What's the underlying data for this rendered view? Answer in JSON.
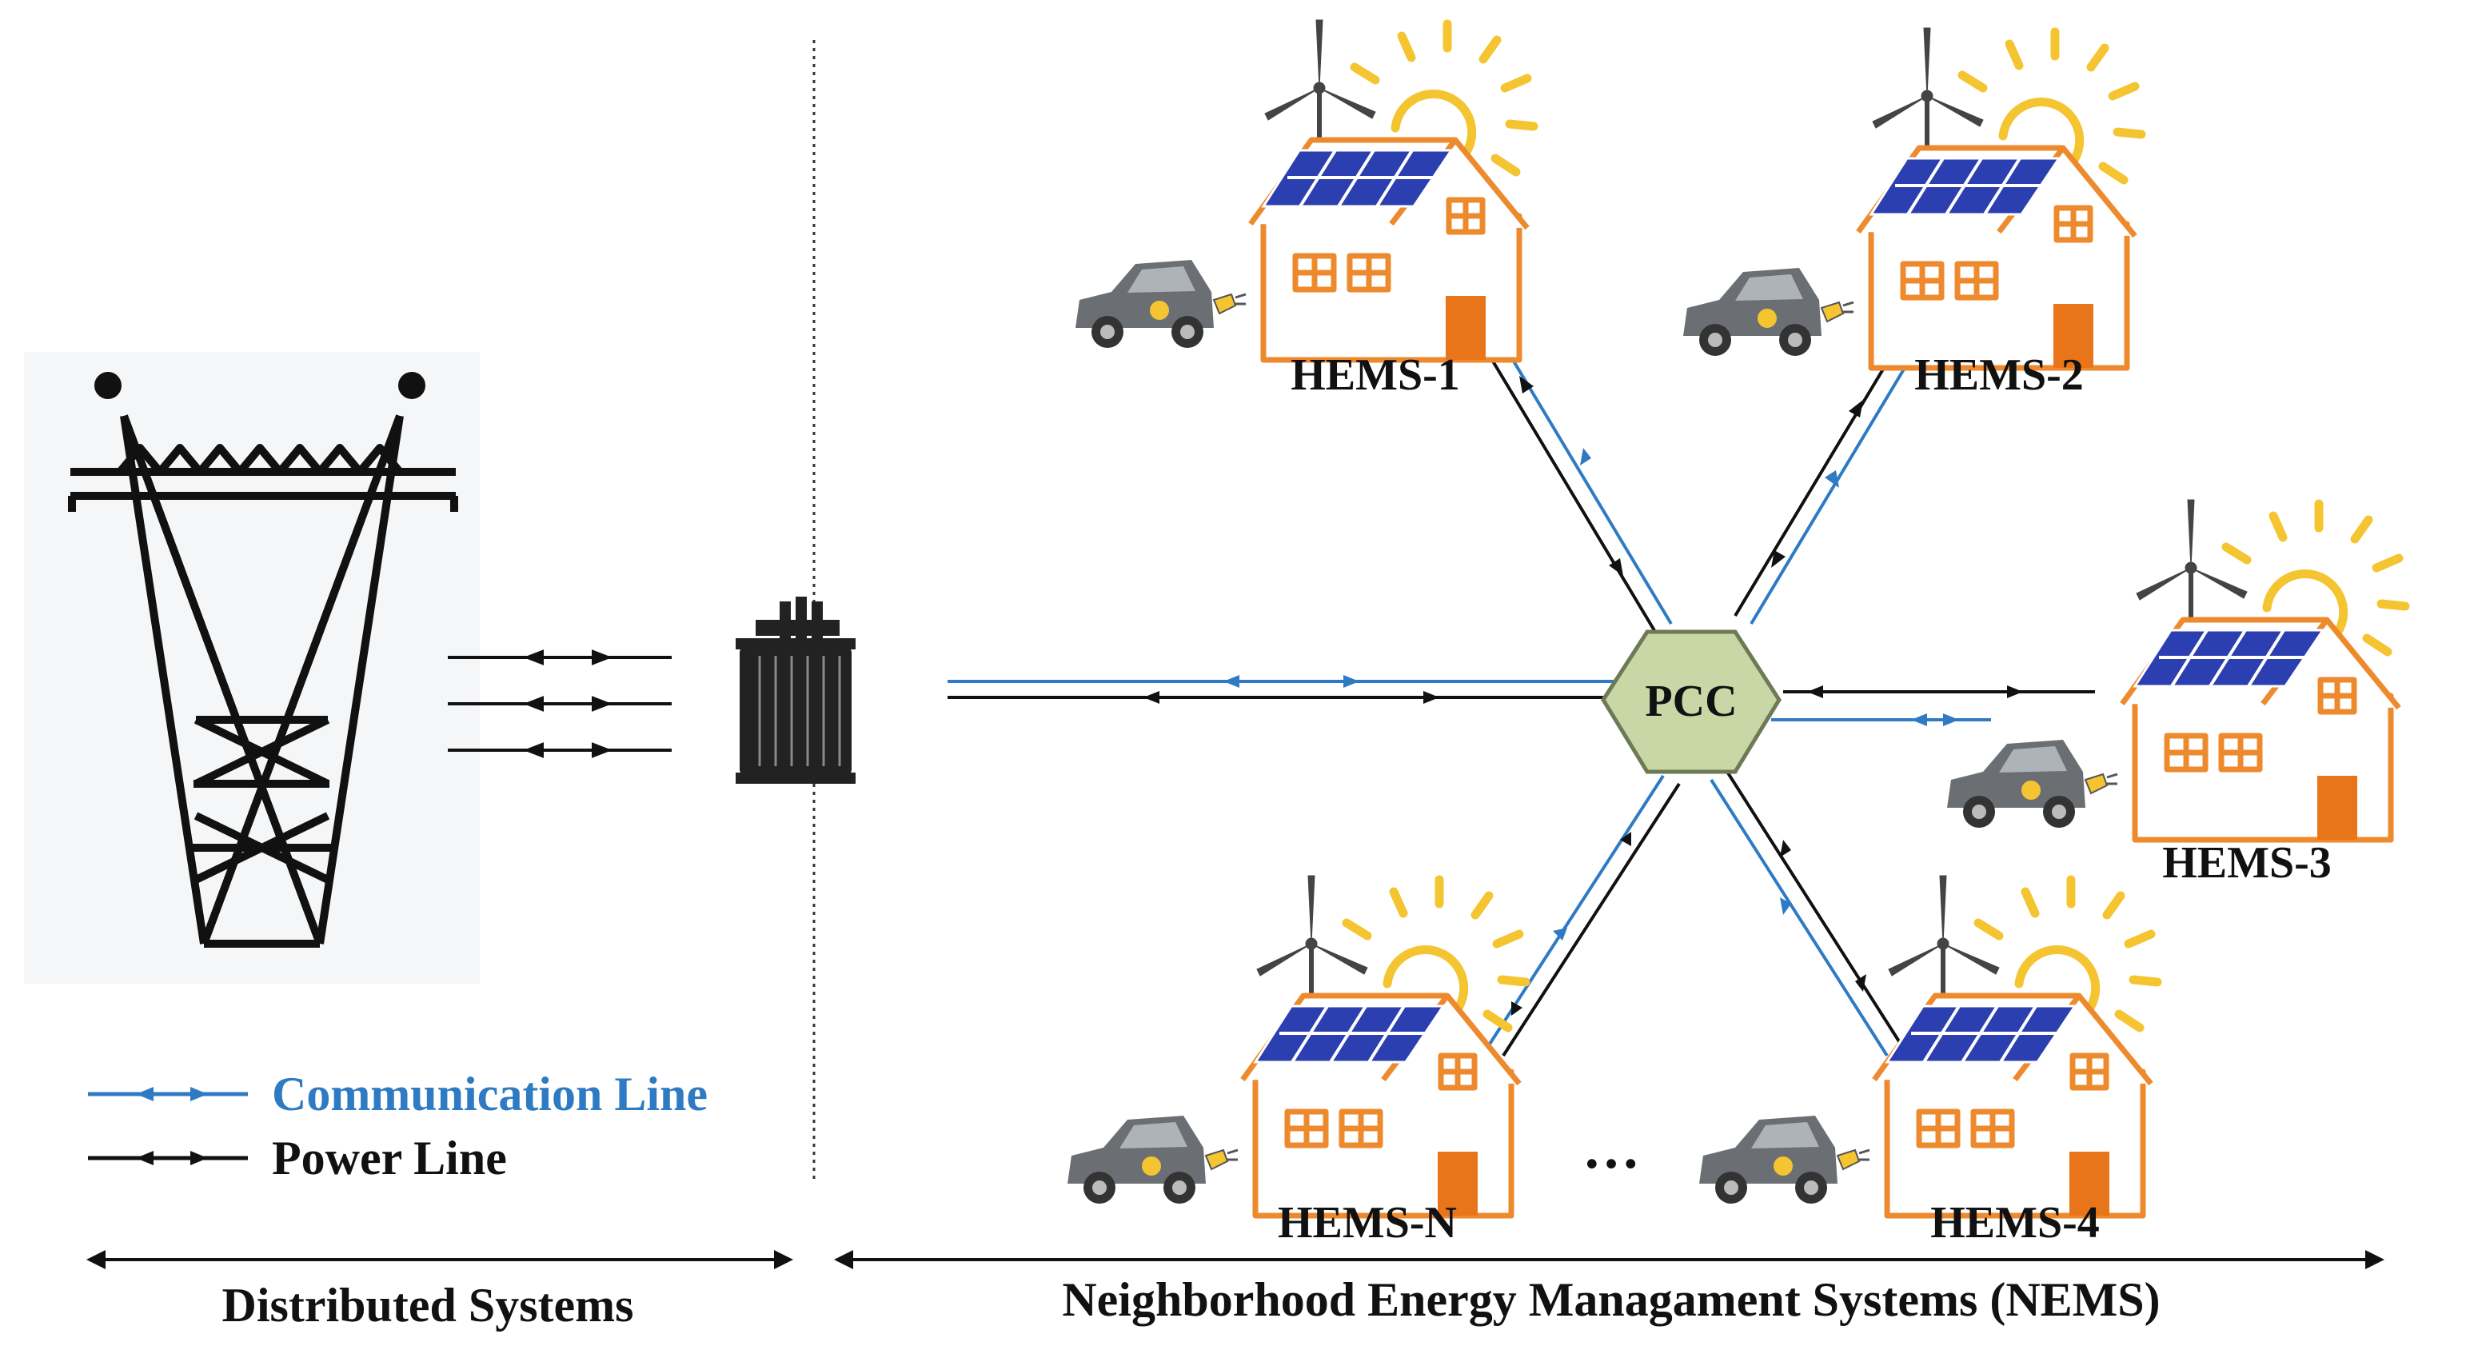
{
  "colors": {
    "communication": "#2e7bc4",
    "power": "#111111",
    "house": "#ee8a2e",
    "door": "#e8751a",
    "panel": "#2b3fb0",
    "sun": "#f4c531",
    "pcc_fill": "#c9d6a6",
    "pcc_stroke": "#6d7a55",
    "car": "#6b6f74"
  },
  "hub": {
    "label": "PCC"
  },
  "homes": [
    {
      "id": "hems-1",
      "label": "HEMS-1"
    },
    {
      "id": "hems-2",
      "label": "HEMS-2"
    },
    {
      "id": "hems-3",
      "label": "HEMS-3"
    },
    {
      "id": "hems-4",
      "label": "HEMS-4"
    },
    {
      "id": "hems-n",
      "label": "HEMS-N"
    }
  ],
  "ellipsis": "…",
  "legend": {
    "communication_label": "Communication Line",
    "power_label": "Power Line"
  },
  "sections": {
    "left_label": "Distributed Systems",
    "right_label": "Neighborhood Energy Managament Systems (NEMS)"
  },
  "icons": [
    "transmission-tower-icon",
    "transformer-icon",
    "house-icon",
    "solar-panel-icon",
    "wind-turbine-icon",
    "sun-icon",
    "electric-car-icon"
  ]
}
